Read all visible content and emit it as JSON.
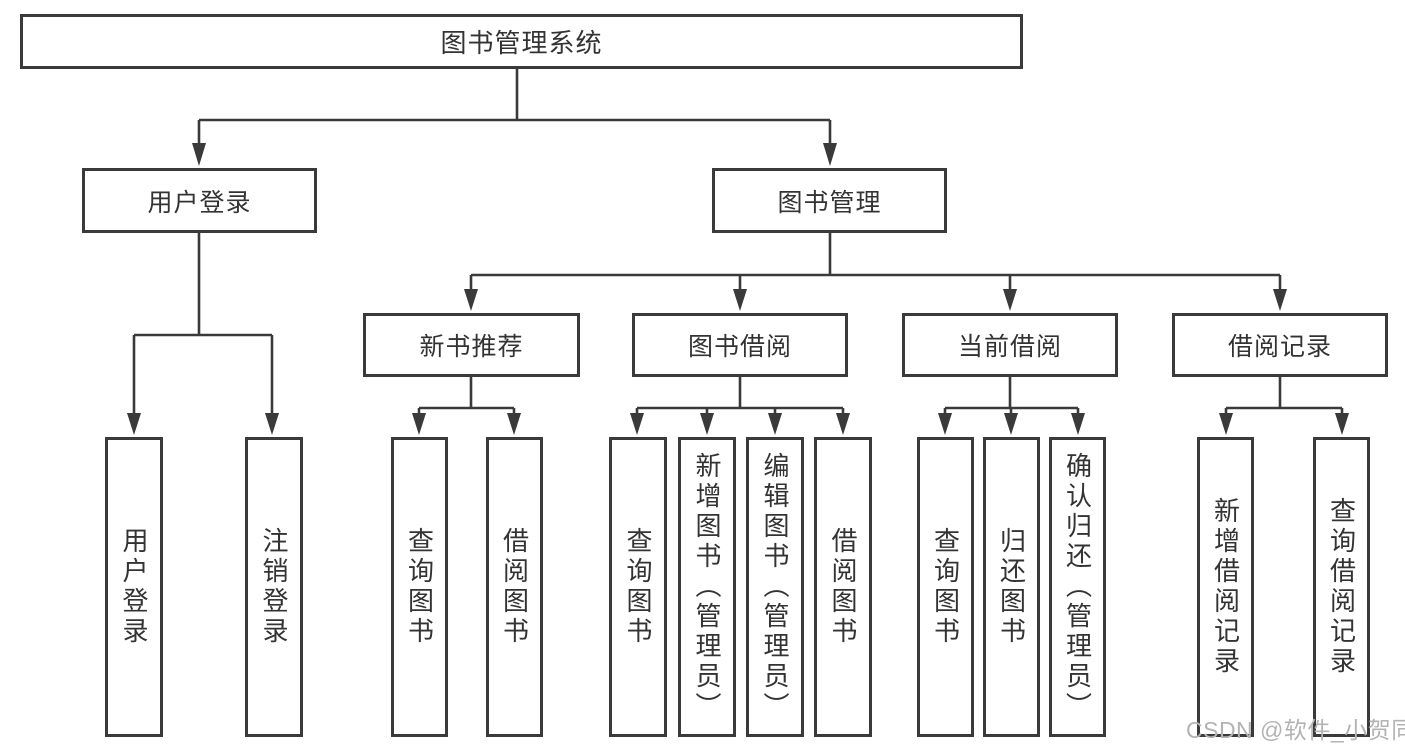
{
  "diagram": {
    "root": {
      "label": "图书管理系统"
    },
    "branches": [
      {
        "label": "用户登录",
        "leaves": [
          {
            "label": "用户登录"
          },
          {
            "label": "注销登录"
          }
        ]
      },
      {
        "label": "图书管理",
        "children": [
          {
            "label": "新书推荐",
            "leaves": [
              {
                "label": "查询图书"
              },
              {
                "label": "借阅图书"
              }
            ]
          },
          {
            "label": "图书借阅",
            "leaves": [
              {
                "label": "查询图书"
              },
              {
                "label": "新增图书（管理员）"
              },
              {
                "label": "编辑图书（管理员）"
              },
              {
                "label": "借阅图书"
              }
            ]
          },
          {
            "label": "当前借阅",
            "leaves": [
              {
                "label": "查询图书"
              },
              {
                "label": "归还图书"
              },
              {
                "label": "确认归还（管理员）"
              }
            ]
          },
          {
            "label": "借阅记录",
            "leaves": [
              {
                "label": "新增借阅记录"
              },
              {
                "label": "查询借阅记录"
              }
            ]
          }
        ]
      }
    ],
    "watermark": "CSDN @软件_小贺同学"
  },
  "colors": {
    "line": "#3a3a3a",
    "text": "#333333",
    "watermark": "#b3b3b3",
    "background": "#ffffff"
  }
}
